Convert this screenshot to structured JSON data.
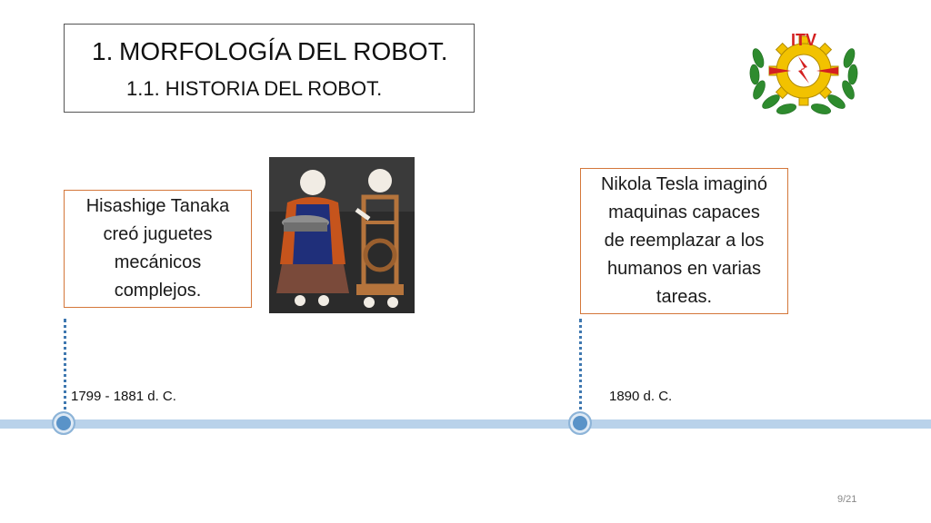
{
  "title": {
    "number": "1.",
    "main": "MORFOLOGÍA DEL ROBOT.",
    "sub": "1.1. HISTORIA DEL ROBOT."
  },
  "logo": {
    "text": "ITV",
    "icon": "itv-gear-wreath-logo"
  },
  "events": [
    {
      "lines": [
        "Hisashige Tanaka",
        "creó juguetes",
        "mecánicos",
        "complejos."
      ],
      "date": "1799 - 1881 d. C."
    },
    {
      "lines": [
        "Nikola Tesla imaginó",
        "maquinas capaces",
        "de reemplazar a los",
        "humanos en varias",
        "tareas."
      ],
      "date": "1890 d. C."
    }
  ],
  "photo": {
    "icon": "karakuri-dolls-photo"
  },
  "page_number": "9/21",
  "colors": {
    "timeline": "#b9d2ea",
    "marker": "#5a93c8",
    "event_border": "#d4773a",
    "dotted_line": "#3f78b0"
  }
}
